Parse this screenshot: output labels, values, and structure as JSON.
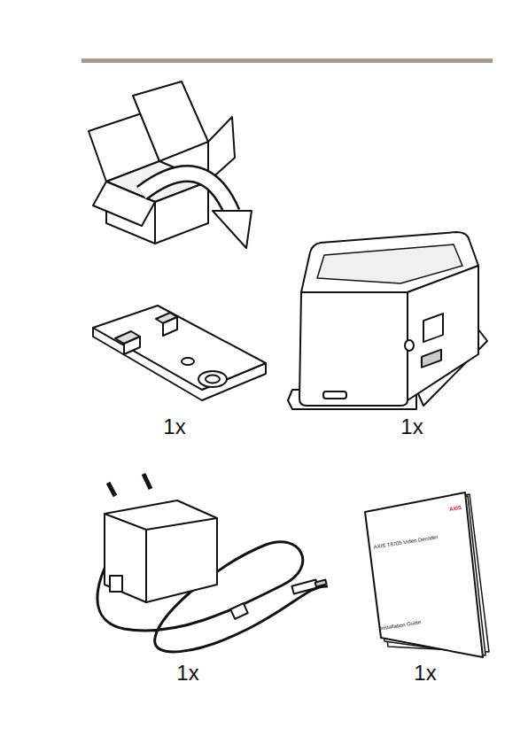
{
  "diagram": {
    "labels": [
      "1x",
      "1x",
      "AXIS",
      "AXIS T8705 Video Decoder",
      "Installation Guide",
      "1x",
      "1x"
    ]
  }
}
